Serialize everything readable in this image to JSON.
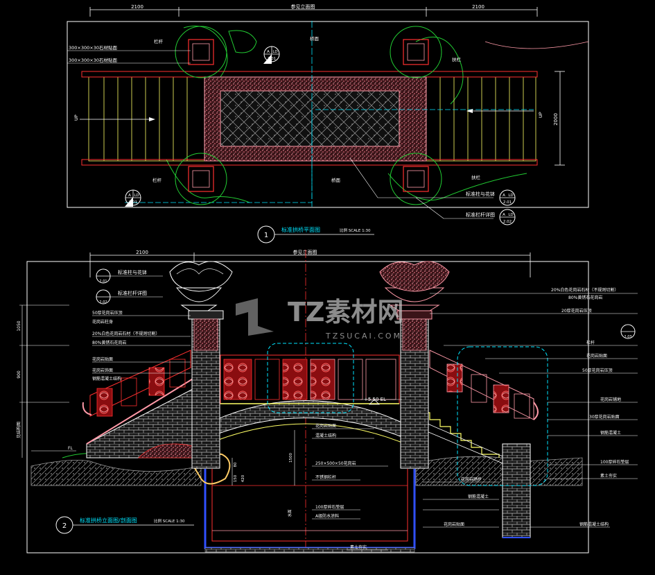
{
  "plan": {
    "dim_left": "2100",
    "dim_center": "参见立面图",
    "dim_right": "2100",
    "dim_side": "2000",
    "note_stone_1": "300×300×30石材贴面",
    "note_stone_2": "300×300×30石材贴面",
    "label_rail_tl": "栏杆",
    "label_center": "桥面",
    "label_rail_tr": "扶栏",
    "label_rail_bl": "栏杆",
    "label_deck_b": "桥面",
    "label_rail_br": "扶栏",
    "up_left": "UP",
    "up_right": "UP",
    "callout_1": "标准柱与花钵",
    "callout_2": "标准栏杆详图",
    "ref_ld": "LD",
    "ref_a": "A",
    "ref_sheet_1": "2.01",
    "ref_sheet_2": "2.02",
    "title_num": "1",
    "title": "标准拱桥平面图",
    "scale": "比例 SCALE 1:30"
  },
  "elevation": {
    "dim_left": "2100",
    "dim_center": "参见立面图",
    "callout_post": "标准柱与花钵",
    "callout_rail": "标准栏杆详图",
    "ref_sheet_1": "2.01",
    "ref_sheet_2": "2.02",
    "ref_sheet_3": "2.03",
    "notes_left": [
      "50厚花岗岩压顶",
      "花岗岩柱身",
      "20%白色花岗岩石材（不规则切割）",
      "80%黄锈石花岗岩",
      "花岗岩贴面",
      "花岗岩饰面",
      "钢筋混凝土结构"
    ],
    "notes_right": [
      "20%白色花岗岩石材（不规则切割）",
      "80%黄锈石花岗岩",
      "20厚花岗岩压顶",
      "栏杆",
      "花岗岩贴面",
      "50厚花岗岩压顶"
    ],
    "notes_far_right": [
      "花岗岩铺地",
      "30厚花岗岩贴面",
      "钢筋混凝土",
      "100厚碎石垫层",
      "素土夯实"
    ],
    "notes_center": [
      "花岗岩贴面",
      "混凝土结构",
      "250×500×50花岗岩",
      "不锈钢栏杆"
    ],
    "notes_bottom": [
      "100厚碎石垫层",
      "A级防水涂料",
      "素土夯实"
    ],
    "notes_bottom_right": [
      "花岗岩踏步",
      "钢筋混凝土",
      "花岗岩贴面",
      "钢筋混凝土结构"
    ],
    "level_top": "+5.50 EL",
    "level_fl": "FL",
    "dims_vertical_left": [
      "1050",
      "900",
      "见结构图"
    ],
    "dims_small": [
      "80",
      "150",
      "420"
    ],
    "dim_1500": "1500",
    "dim_water": "水面",
    "title_num": "2",
    "title": "标准拱桥立面图/剖面图",
    "scale": "比例 SCALE 1:30"
  },
  "watermark": {
    "main": "TZ素材网",
    "sub": "TZSUCAI.COM"
  },
  "colors": {
    "background": "#000000",
    "frame": "#ffffff",
    "red": "#ff3030",
    "pink": "#ff9aa8",
    "yellow": "#ffff66",
    "cyan": "#00e5ff",
    "green": "#22cc33",
    "blue": "#3050ff",
    "gray": "#c8c8c8"
  }
}
